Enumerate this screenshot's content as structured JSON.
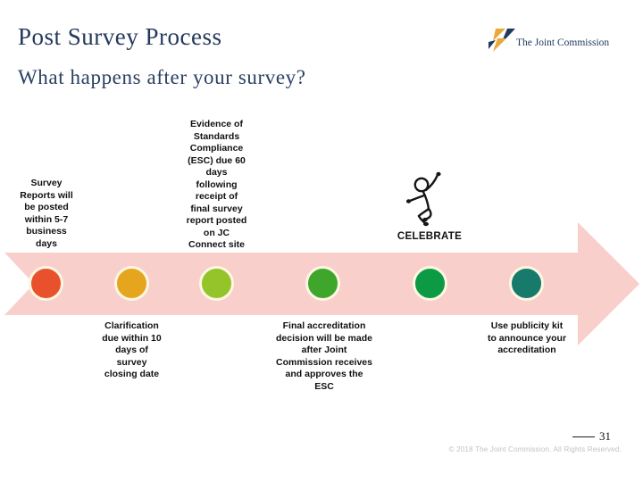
{
  "slide": {
    "title": "Post Survey Process",
    "subtitle": "What happens after your survey?",
    "page_number": "31",
    "copyright": "© 2018 The Joint Commission. All Rights Reserved."
  },
  "logo": {
    "name": "The Joint Commission",
    "mark_icon": "joint-commission-flame-icon",
    "gold": "#E9A93B",
    "navy": "#1F3A60"
  },
  "colors": {
    "title_navy": "#24395B",
    "body_text": "#111111"
  },
  "timeline": {
    "arrow_color": "#F8CFCB",
    "dot_ring_color": "#FCF7E2",
    "celebrate_icon": "jumping-person-icon",
    "milestones": [
      {
        "dot_color": "#E8512B",
        "text_position": "above",
        "text": "Survey\nReports will\nbe posted\nwithin 5-7\nbusiness\ndays"
      },
      {
        "dot_color": "#E6A51E",
        "text_position": "below",
        "text": "Clarification\ndue within 10\ndays of\nsurvey\nclosing date"
      },
      {
        "dot_color": "#95C32A",
        "text_position": "above",
        "text": "Evidence of\nStandards\nCompliance\n(ESC) due 60\ndays\nfollowing\nreceipt of\nfinal survey\nreport posted\non JC\nConnect site"
      },
      {
        "dot_color": "#3EA62A",
        "text_position": "below",
        "text": "Final accreditation\ndecision will be made\nafter Joint\nCommission receives\nand approves the\nESC"
      },
      {
        "dot_color": "#0C9B44",
        "text_position": "above",
        "text": "CELEBRATE"
      },
      {
        "dot_color": "#177A6A",
        "text_position": "below",
        "text": "Use publicity kit\nto announce your\naccreditation"
      }
    ]
  }
}
